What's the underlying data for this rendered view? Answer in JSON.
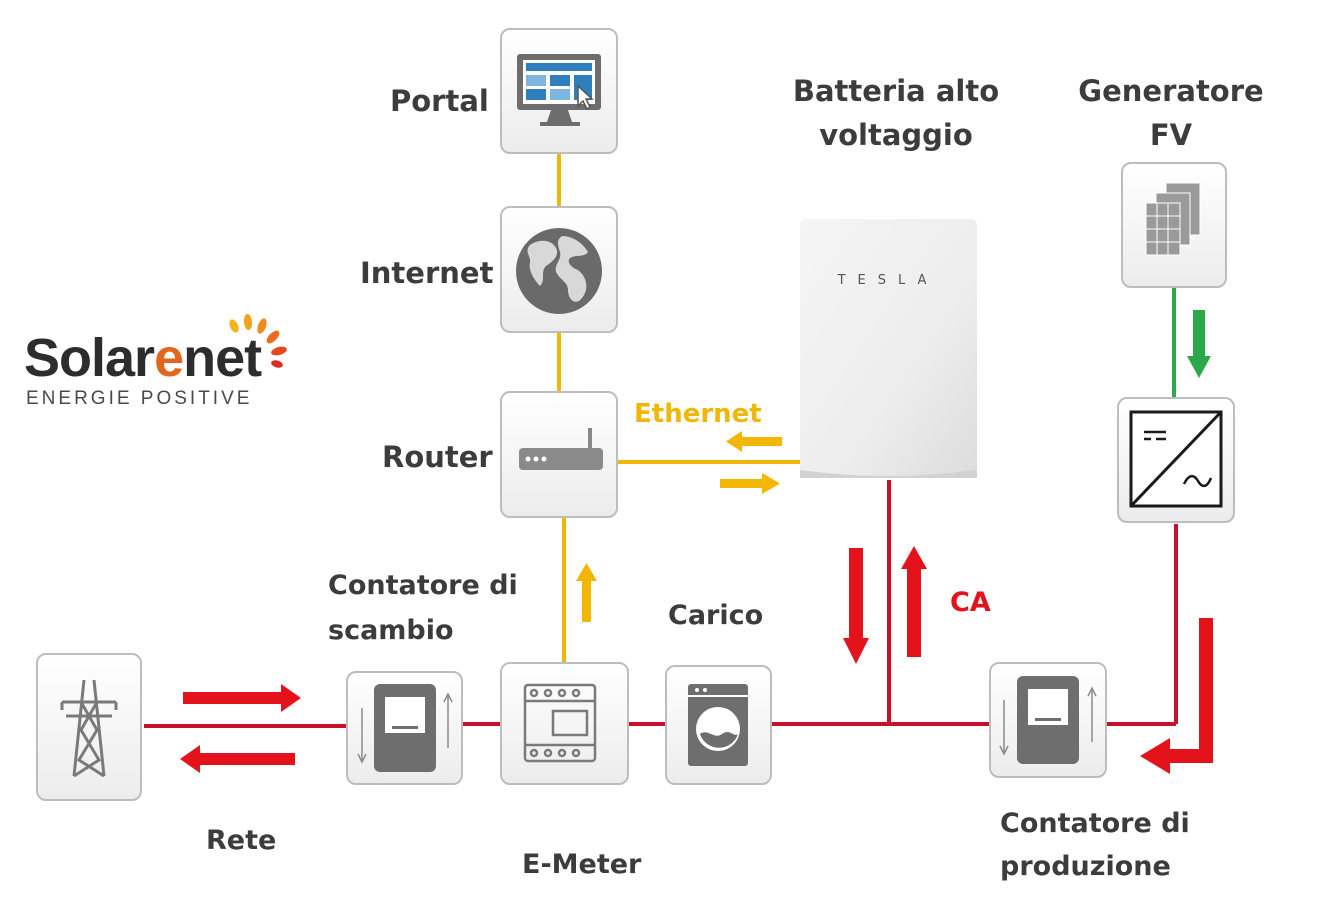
{
  "labels": {
    "portal": "Portal",
    "internet": "Internet",
    "router": "Router",
    "battery_line1": "Batteria alto",
    "battery_line2": "voltaggio",
    "pv_line1": "Generatore",
    "pv_line2": "FV",
    "ethernet": "Ethernet",
    "ca": "CA",
    "exchange_meter_line1": "Contatore di",
    "exchange_meter_line2": "scambio",
    "load": "Carico",
    "grid": "Rete",
    "emeter": "E-Meter",
    "production_meter_line1": "Contatore di",
    "production_meter_line2": "produzione"
  },
  "logo": {
    "brand_prefix": "Solar",
    "brand_accent": "e",
    "brand_suffix": "net",
    "tagline": "ENERGIE POSITIVE"
  },
  "battery": {
    "brand": "TESLA"
  },
  "icons": [
    "monitor-icon",
    "globe-icon",
    "router-icon",
    "battery-icon",
    "solar-panel-icon",
    "inverter-icon",
    "transmission-tower-icon",
    "exchange-meter-icon",
    "emeter-icon",
    "washing-machine-icon",
    "production-meter-icon"
  ],
  "colors": {
    "data_line": "#f2b705",
    "power_line": "#c8102e",
    "arrow_red": "#e3121b",
    "dc_line": "#2aa84a",
    "logo_accent": "#e2661d"
  }
}
